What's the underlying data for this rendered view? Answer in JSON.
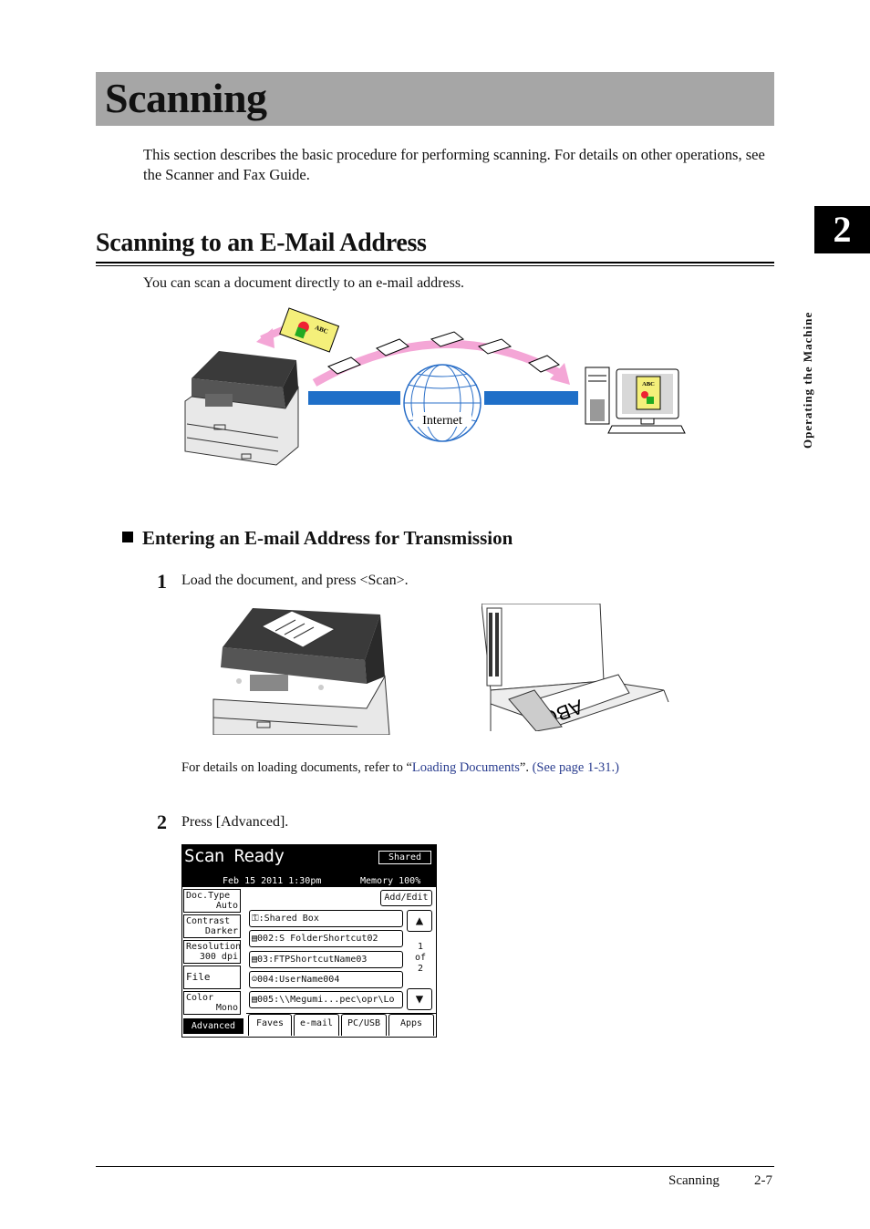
{
  "page": {
    "title": "Scanning",
    "intro": "This section describes the basic procedure for performing scanning. For details on other operations, see the Scanner and Fax Guide.",
    "chapter_number": "2",
    "side_label": "Operating the Machine"
  },
  "section": {
    "heading": "Scanning to an E-Mail Address",
    "lead": "You can scan a document directly to an e-mail address.",
    "diagram": {
      "internet_label": "Internet",
      "doc_label": "ABC",
      "monitor_label": "ABC",
      "glass_label": "ABC"
    },
    "subheading": "Entering an E-mail Address for Transmission",
    "steps": [
      {
        "number": "1",
        "text": "Load the document, and press <Scan>.",
        "note_prefix": "For details on loading documents, refer to “",
        "note_link": "Loading Documents",
        "note_mid": "”. ",
        "note_ref": "(See page 1-31.)"
      },
      {
        "number": "2",
        "text": "Press [Advanced]."
      }
    ]
  },
  "panel": {
    "title": "Scan Ready",
    "shared": "Shared",
    "date": "Feb 15 2011  1:30pm",
    "memory": "Memory  100%",
    "left_buttons": [
      {
        "label": "Doc.Type",
        "value": "Auto"
      },
      {
        "label": "Contrast",
        "value": "Darker"
      },
      {
        "label": "Resolution",
        "value": "300 dpi"
      },
      {
        "label": "File Name",
        "value": ""
      },
      {
        "label": "Color",
        "value": "Mono"
      }
    ],
    "advanced": "Advanced",
    "add_edit": "Add/Edit",
    "entries": [
      ":Shared Box",
      "002:S FolderShortcut02",
      "03:FTPShortcutName03",
      "004:UserName004",
      "005:\\\\Megumi...pec\\opr\\Lo"
    ],
    "page_current": "1",
    "page_of": "of",
    "page_total": "2",
    "tabs": [
      "Faves",
      "e-mail",
      "PC/USB",
      "Apps"
    ]
  },
  "footer": {
    "section": "Scanning",
    "page": "2-7"
  },
  "colors": {
    "title_bar": "#a6a6a6",
    "link": "#2a3d8f",
    "arrow_pink": "#f4a6d6",
    "network_blue": "#1f6fc8"
  }
}
